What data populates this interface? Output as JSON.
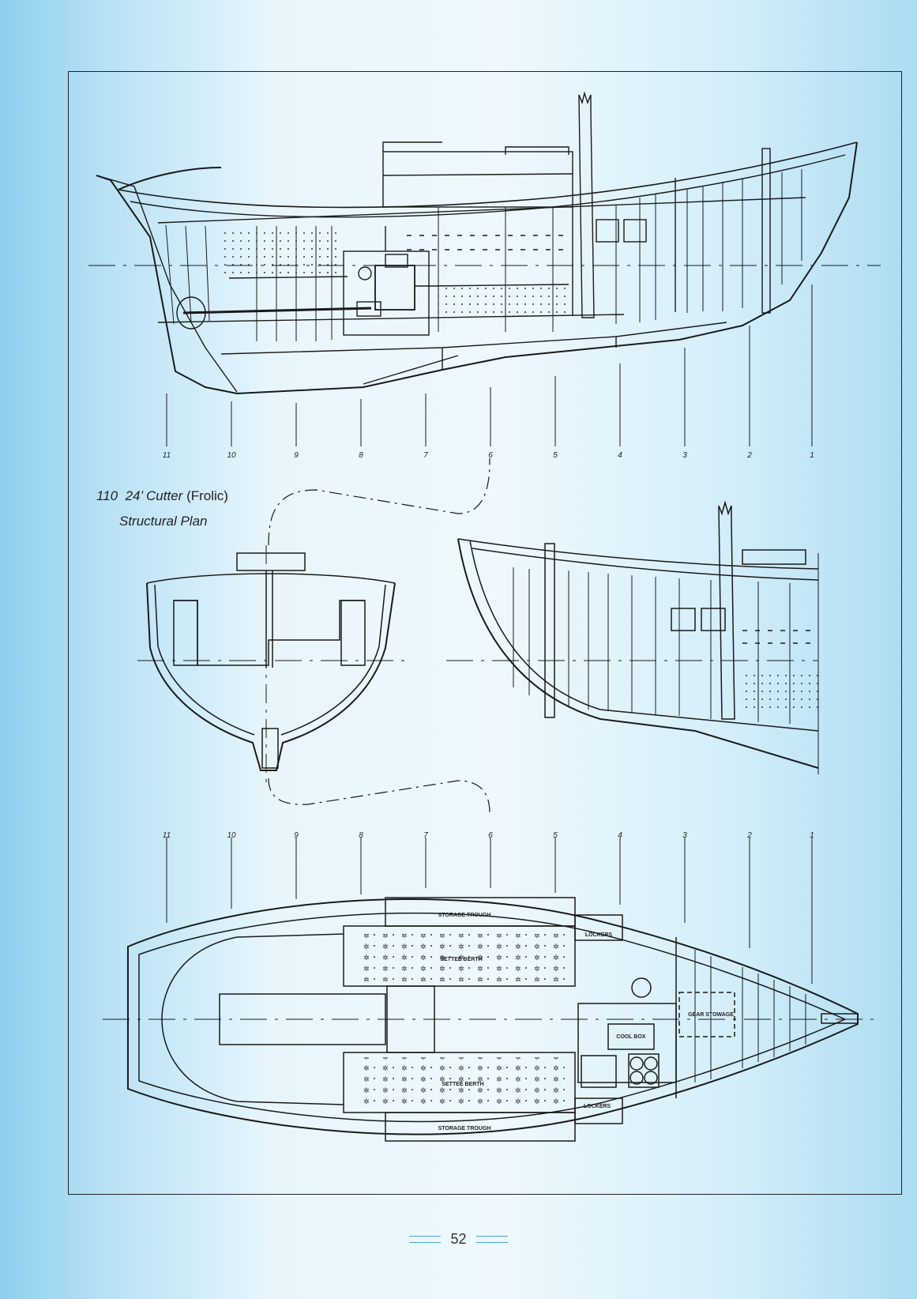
{
  "caption": {
    "number": "110",
    "name_italic": "24’ Cutter",
    "name_plain": "(Frolic)",
    "subtitle": "Structural Plan"
  },
  "stations_profile": [
    "11",
    "10",
    "9",
    "8",
    "7",
    "6",
    "5",
    "4",
    "3",
    "2",
    "1"
  ],
  "stations_plan": [
    "11",
    "10",
    "9",
    "8",
    "7",
    "6",
    "5",
    "4",
    "3",
    "2",
    "1"
  ],
  "plan_labels": {
    "storage_top": "STORAGE TROUGH",
    "settee_top": "SETTEE BERTH",
    "lockers_top": "LOCKERS",
    "cool_box": "COOL BOX",
    "gear_stowage": "GEAR STOWAGE",
    "settee_bottom": "SETTEE BERTH",
    "lockers_bottom": "LOCKERS",
    "storage_bottom": "STORAGE TROUGH"
  },
  "footer": {
    "page_number": "52"
  },
  "colors": {
    "ink": "#1a1a1a",
    "accent": "#4aa6d6",
    "paper": "#ffffff"
  }
}
